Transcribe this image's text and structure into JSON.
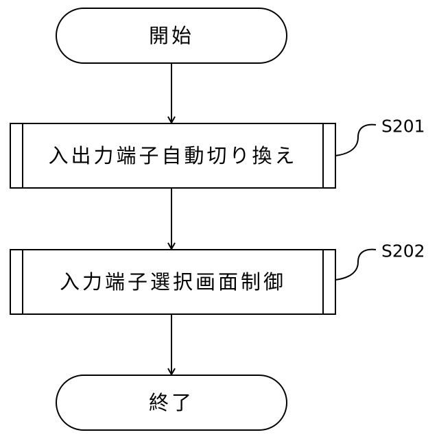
{
  "flowchart": {
    "start_label": "開始",
    "steps": [
      {
        "label": "入出力端子自動切り換え",
        "ref": "S201"
      },
      {
        "label": "入力端子選択画面制御",
        "ref": "S202"
      }
    ],
    "end_label": "終了"
  }
}
